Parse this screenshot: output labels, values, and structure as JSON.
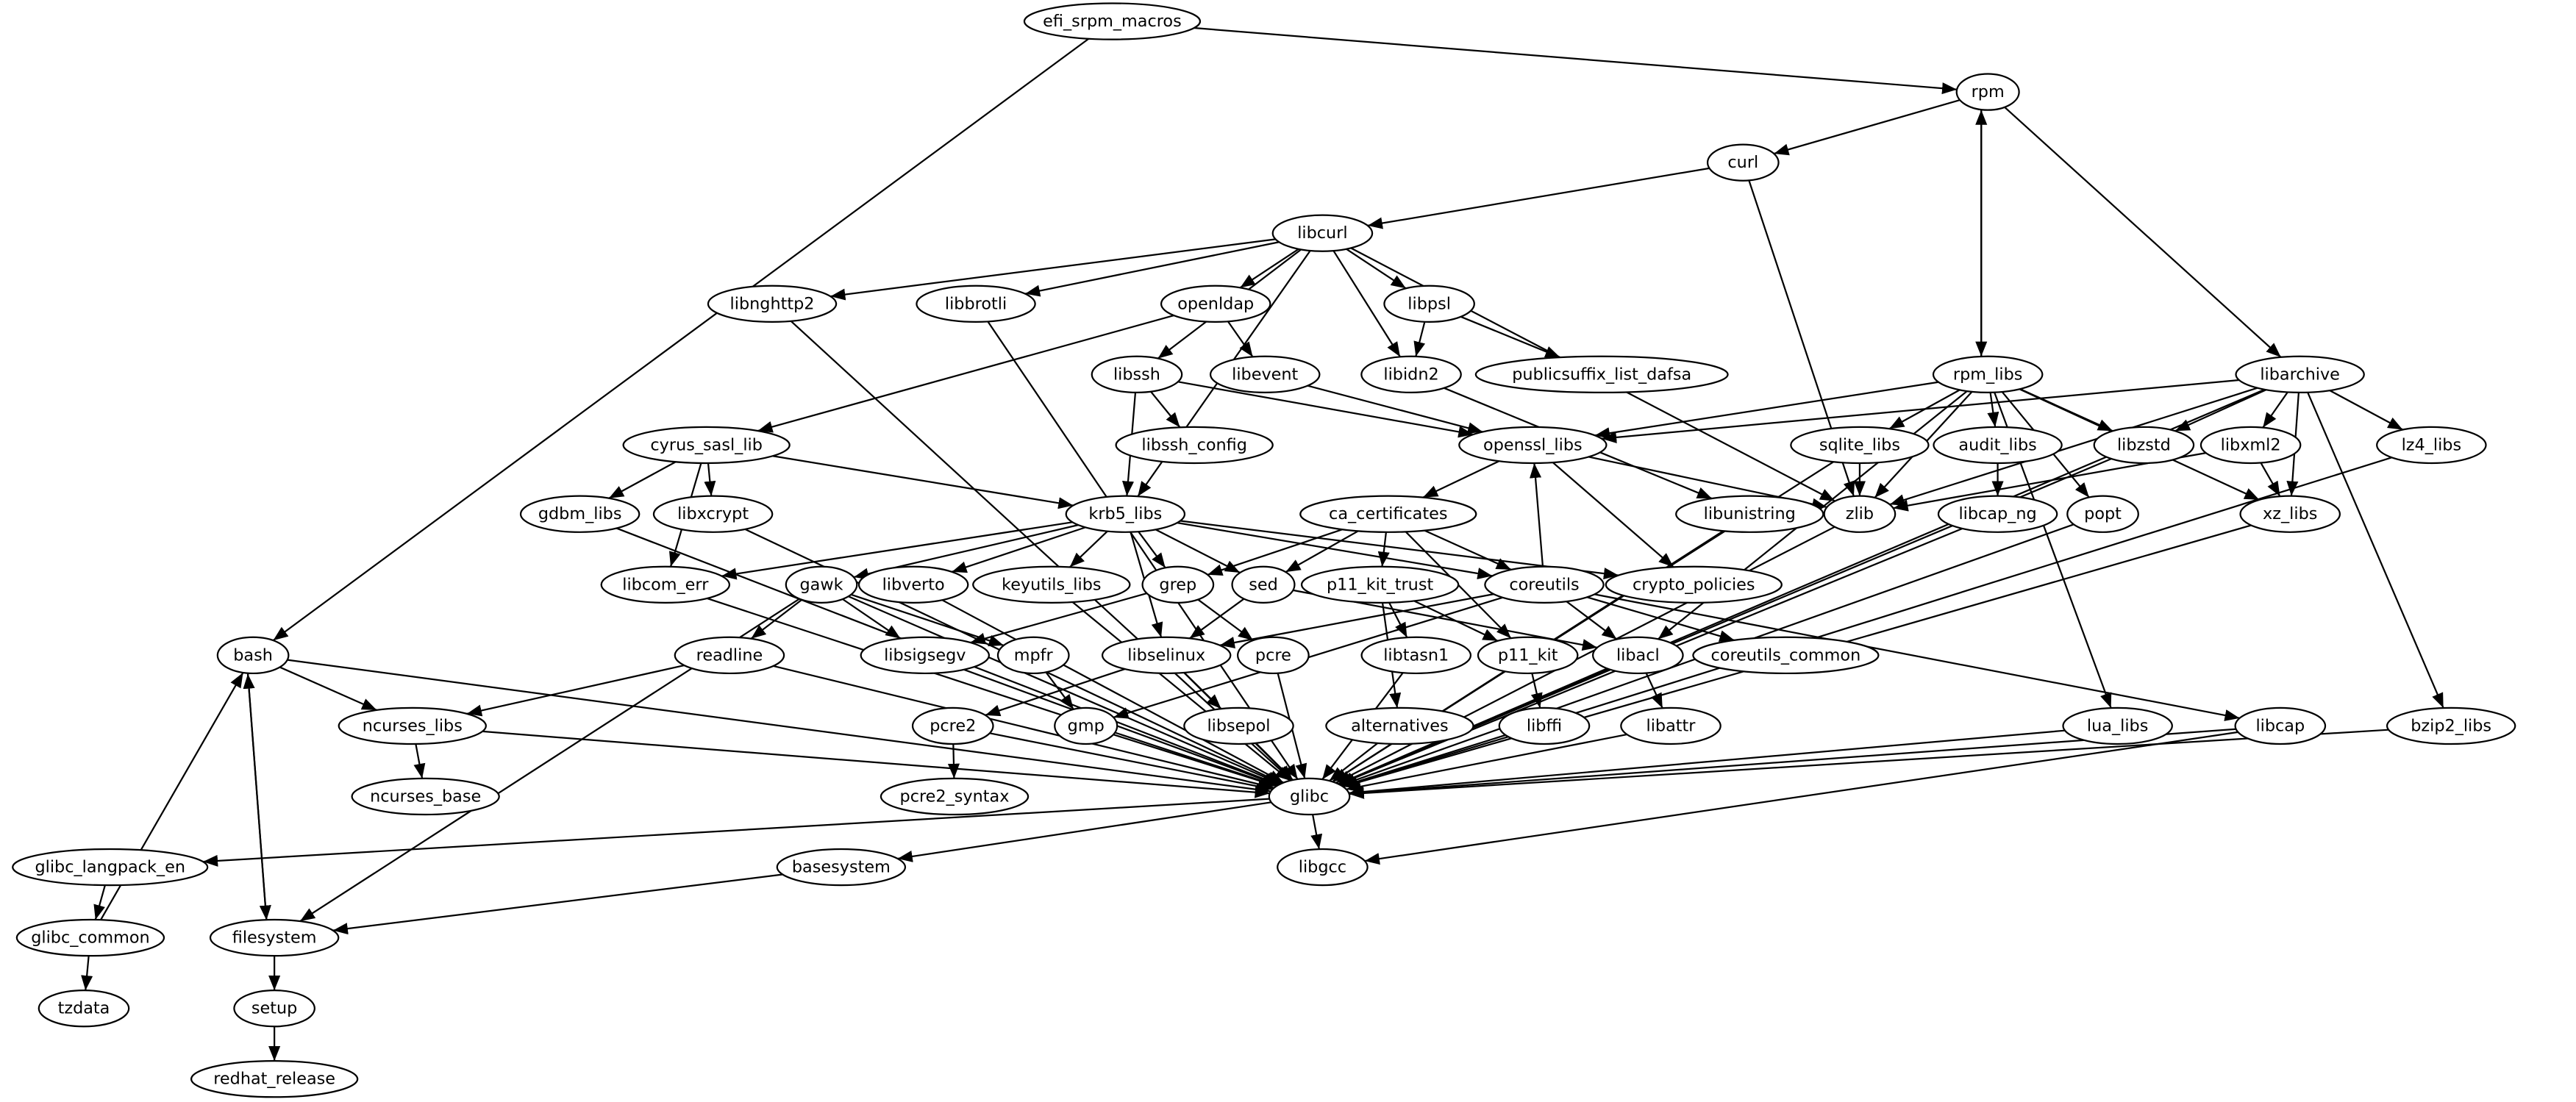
{
  "graph": {
    "nodes": [
      "efi_srpm_macros",
      "rpm",
      "curl",
      "libcurl",
      "libnghttp2",
      "libbrotli",
      "openldap",
      "libpsl",
      "libssh",
      "libevent",
      "libidn2",
      "publicsuffix_list_dafsa",
      "rpm_libs",
      "libarchive",
      "cyrus_sasl_lib",
      "libssh_config",
      "openssl_libs",
      "sqlite_libs",
      "audit_libs",
      "libzstd",
      "libxml2",
      "lz4_libs",
      "gdbm_libs",
      "libxcrypt",
      "krb5_libs",
      "ca_certificates",
      "libunistring",
      "zlib",
      "libcap_ng",
      "popt",
      "xz_libs",
      "libcom_err",
      "gawk",
      "libverto",
      "keyutils_libs",
      "grep",
      "sed",
      "p11_kit_trust",
      "coreutils",
      "crypto_policies",
      "bash",
      "readline",
      "libsigsegv",
      "mpfr",
      "libselinux",
      "pcre",
      "libtasn1",
      "p11_kit",
      "libacl",
      "coreutils_common",
      "ncurses_libs",
      "pcre2",
      "gmp",
      "libsepol",
      "alternatives",
      "libffi",
      "libattr",
      "lua_libs",
      "libcap",
      "bzip2_libs",
      "ncurses_base",
      "pcre2_syntax",
      "glibc",
      "glibc_langpack_en",
      "basesystem",
      "libgcc",
      "glibc_common",
      "filesystem",
      "tzdata",
      "setup",
      "redhat_release"
    ],
    "edges": [
      [
        "efi_srpm_macros",
        "rpm"
      ],
      [
        "efi_srpm_macros",
        "bash"
      ],
      [
        "rpm",
        "curl"
      ],
      [
        "rpm",
        "rpm_libs"
      ],
      [
        "rpm_libs",
        "rpm"
      ],
      [
        "rpm",
        "libarchive"
      ],
      [
        "curl",
        "libcurl"
      ],
      [
        "curl",
        "zlib"
      ],
      [
        "libcurl",
        "libnghttp2"
      ],
      [
        "libcurl",
        "libbrotli"
      ],
      [
        "libcurl",
        "openldap"
      ],
      [
        "libcurl",
        "libpsl"
      ],
      [
        "libcurl",
        "libssh"
      ],
      [
        "libcurl",
        "libidn2"
      ],
      [
        "libcurl",
        "krb5_libs"
      ],
      [
        "libcurl",
        "zlib"
      ],
      [
        "libnghttp2",
        "glibc"
      ],
      [
        "libbrotli",
        "glibc"
      ],
      [
        "openldap",
        "cyrus_sasl_lib"
      ],
      [
        "openldap",
        "libevent"
      ],
      [
        "libpsl",
        "libidn2"
      ],
      [
        "libpsl",
        "publicsuffix_list_dafsa"
      ],
      [
        "libidn2",
        "libunistring"
      ],
      [
        "libssh",
        "openssl_libs"
      ],
      [
        "libssh",
        "libssh_config"
      ],
      [
        "libssh",
        "krb5_libs"
      ],
      [
        "libevent",
        "openssl_libs"
      ],
      [
        "rpm_libs",
        "openssl_libs"
      ],
      [
        "rpm_libs",
        "sqlite_libs"
      ],
      [
        "rpm_libs",
        "audit_libs"
      ],
      [
        "rpm_libs",
        "libzstd"
      ],
      [
        "rpm_libs",
        "popt"
      ],
      [
        "rpm_libs",
        "lua_libs"
      ],
      [
        "rpm_libs",
        "libacl"
      ],
      [
        "rpm_libs",
        "xz_libs"
      ],
      [
        "rpm_libs",
        "zlib"
      ],
      [
        "libarchive",
        "openssl_libs"
      ],
      [
        "libarchive",
        "libzstd"
      ],
      [
        "libarchive",
        "libxml2"
      ],
      [
        "libarchive",
        "lz4_libs"
      ],
      [
        "libarchive",
        "xz_libs"
      ],
      [
        "libarchive",
        "zlib"
      ],
      [
        "libarchive",
        "bzip2_libs"
      ],
      [
        "libarchive",
        "glibc"
      ],
      [
        "cyrus_sasl_lib",
        "gdbm_libs"
      ],
      [
        "cyrus_sasl_lib",
        "libxcrypt"
      ],
      [
        "cyrus_sasl_lib",
        "libcom_err"
      ],
      [
        "cyrus_sasl_lib",
        "krb5_libs"
      ],
      [
        "openssl_libs",
        "ca_certificates"
      ],
      [
        "openssl_libs",
        "crypto_policies"
      ],
      [
        "openssl_libs",
        "zlib"
      ],
      [
        "sqlite_libs",
        "zlib"
      ],
      [
        "sqlite_libs",
        "glibc"
      ],
      [
        "audit_libs",
        "libcap_ng"
      ],
      [
        "libzstd",
        "glibc"
      ],
      [
        "libxml2",
        "zlib"
      ],
      [
        "libxml2",
        "xz_libs"
      ],
      [
        "lz4_libs",
        "glibc"
      ],
      [
        "gdbm_libs",
        "glibc"
      ],
      [
        "libxcrypt",
        "glibc"
      ],
      [
        "krb5_libs",
        "libcom_err"
      ],
      [
        "krb5_libs",
        "gawk"
      ],
      [
        "krb5_libs",
        "libverto"
      ],
      [
        "krb5_libs",
        "keyutils_libs"
      ],
      [
        "krb5_libs",
        "grep"
      ],
      [
        "krb5_libs",
        "sed"
      ],
      [
        "krb5_libs",
        "libselinux"
      ],
      [
        "krb5_libs",
        "coreutils"
      ],
      [
        "krb5_libs",
        "crypto_policies"
      ],
      [
        "ca_certificates",
        "grep"
      ],
      [
        "ca_certificates",
        "sed"
      ],
      [
        "ca_certificates",
        "p11_kit_trust"
      ],
      [
        "ca_certificates",
        "coreutils"
      ],
      [
        "ca_certificates",
        "p11_kit"
      ],
      [
        "libunistring",
        "glibc"
      ],
      [
        "zlib",
        "glibc"
      ],
      [
        "libcap_ng",
        "glibc"
      ],
      [
        "popt",
        "glibc"
      ],
      [
        "xz_libs",
        "glibc"
      ],
      [
        "libcom_err",
        "glibc"
      ],
      [
        "gawk",
        "readline"
      ],
      [
        "gawk",
        "libsigsegv"
      ],
      [
        "gawk",
        "mpfr"
      ],
      [
        "gawk",
        "glibc"
      ],
      [
        "gawk",
        "filesystem"
      ],
      [
        "libverto",
        "glibc"
      ],
      [
        "keyutils_libs",
        "glibc"
      ],
      [
        "grep",
        "libsigsegv"
      ],
      [
        "grep",
        "pcre"
      ],
      [
        "sed",
        "libselinux"
      ],
      [
        "sed",
        "libacl"
      ],
      [
        "p11_kit_trust",
        "libtasn1"
      ],
      [
        "p11_kit_trust",
        "p11_kit"
      ],
      [
        "p11_kit_trust",
        "alternatives"
      ],
      [
        "coreutils",
        "openssl_libs"
      ],
      [
        "coreutils",
        "libselinux"
      ],
      [
        "coreutils",
        "gmp"
      ],
      [
        "coreutils",
        "libacl"
      ],
      [
        "coreutils",
        "coreutils_common"
      ],
      [
        "coreutils",
        "libcap"
      ],
      [
        "bash",
        "ncurses_libs"
      ],
      [
        "bash",
        "glibc"
      ],
      [
        "bash",
        "filesystem"
      ],
      [
        "readline",
        "ncurses_libs"
      ],
      [
        "readline",
        "glibc"
      ],
      [
        "libsigsegv",
        "glibc"
      ],
      [
        "mpfr",
        "gmp"
      ],
      [
        "libselinux",
        "pcre2"
      ],
      [
        "libselinux",
        "libsepol"
      ],
      [
        "libselinux",
        "glibc"
      ],
      [
        "pcre",
        "glibc"
      ],
      [
        "libtasn1",
        "glibc"
      ],
      [
        "p11_kit",
        "libffi"
      ],
      [
        "libacl",
        "libattr"
      ],
      [
        "libacl",
        "glibc"
      ],
      [
        "ncurses_libs",
        "ncurses_base"
      ],
      [
        "ncurses_libs",
        "glibc"
      ],
      [
        "pcre2",
        "pcre2_syntax"
      ],
      [
        "pcre2",
        "glibc"
      ],
      [
        "gmp",
        "glibc"
      ],
      [
        "libsepol",
        "glibc"
      ],
      [
        "alternatives",
        "glibc"
      ],
      [
        "libffi",
        "glibc"
      ],
      [
        "libattr",
        "glibc"
      ],
      [
        "lua_libs",
        "glibc"
      ],
      [
        "libcap",
        "glibc"
      ],
      [
        "libcap",
        "libgcc"
      ],
      [
        "bzip2_libs",
        "glibc"
      ],
      [
        "glibc",
        "glibc_langpack_en"
      ],
      [
        "glibc",
        "basesystem"
      ],
      [
        "glibc",
        "libgcc"
      ],
      [
        "glibc_langpack_en",
        "glibc_common"
      ],
      [
        "glibc_common",
        "bash"
      ],
      [
        "glibc_common",
        "tzdata"
      ],
      [
        "basesystem",
        "filesystem"
      ],
      [
        "filesystem",
        "bash"
      ],
      [
        "filesystem",
        "setup"
      ],
      [
        "setup",
        "redhat_release"
      ]
    ]
  }
}
